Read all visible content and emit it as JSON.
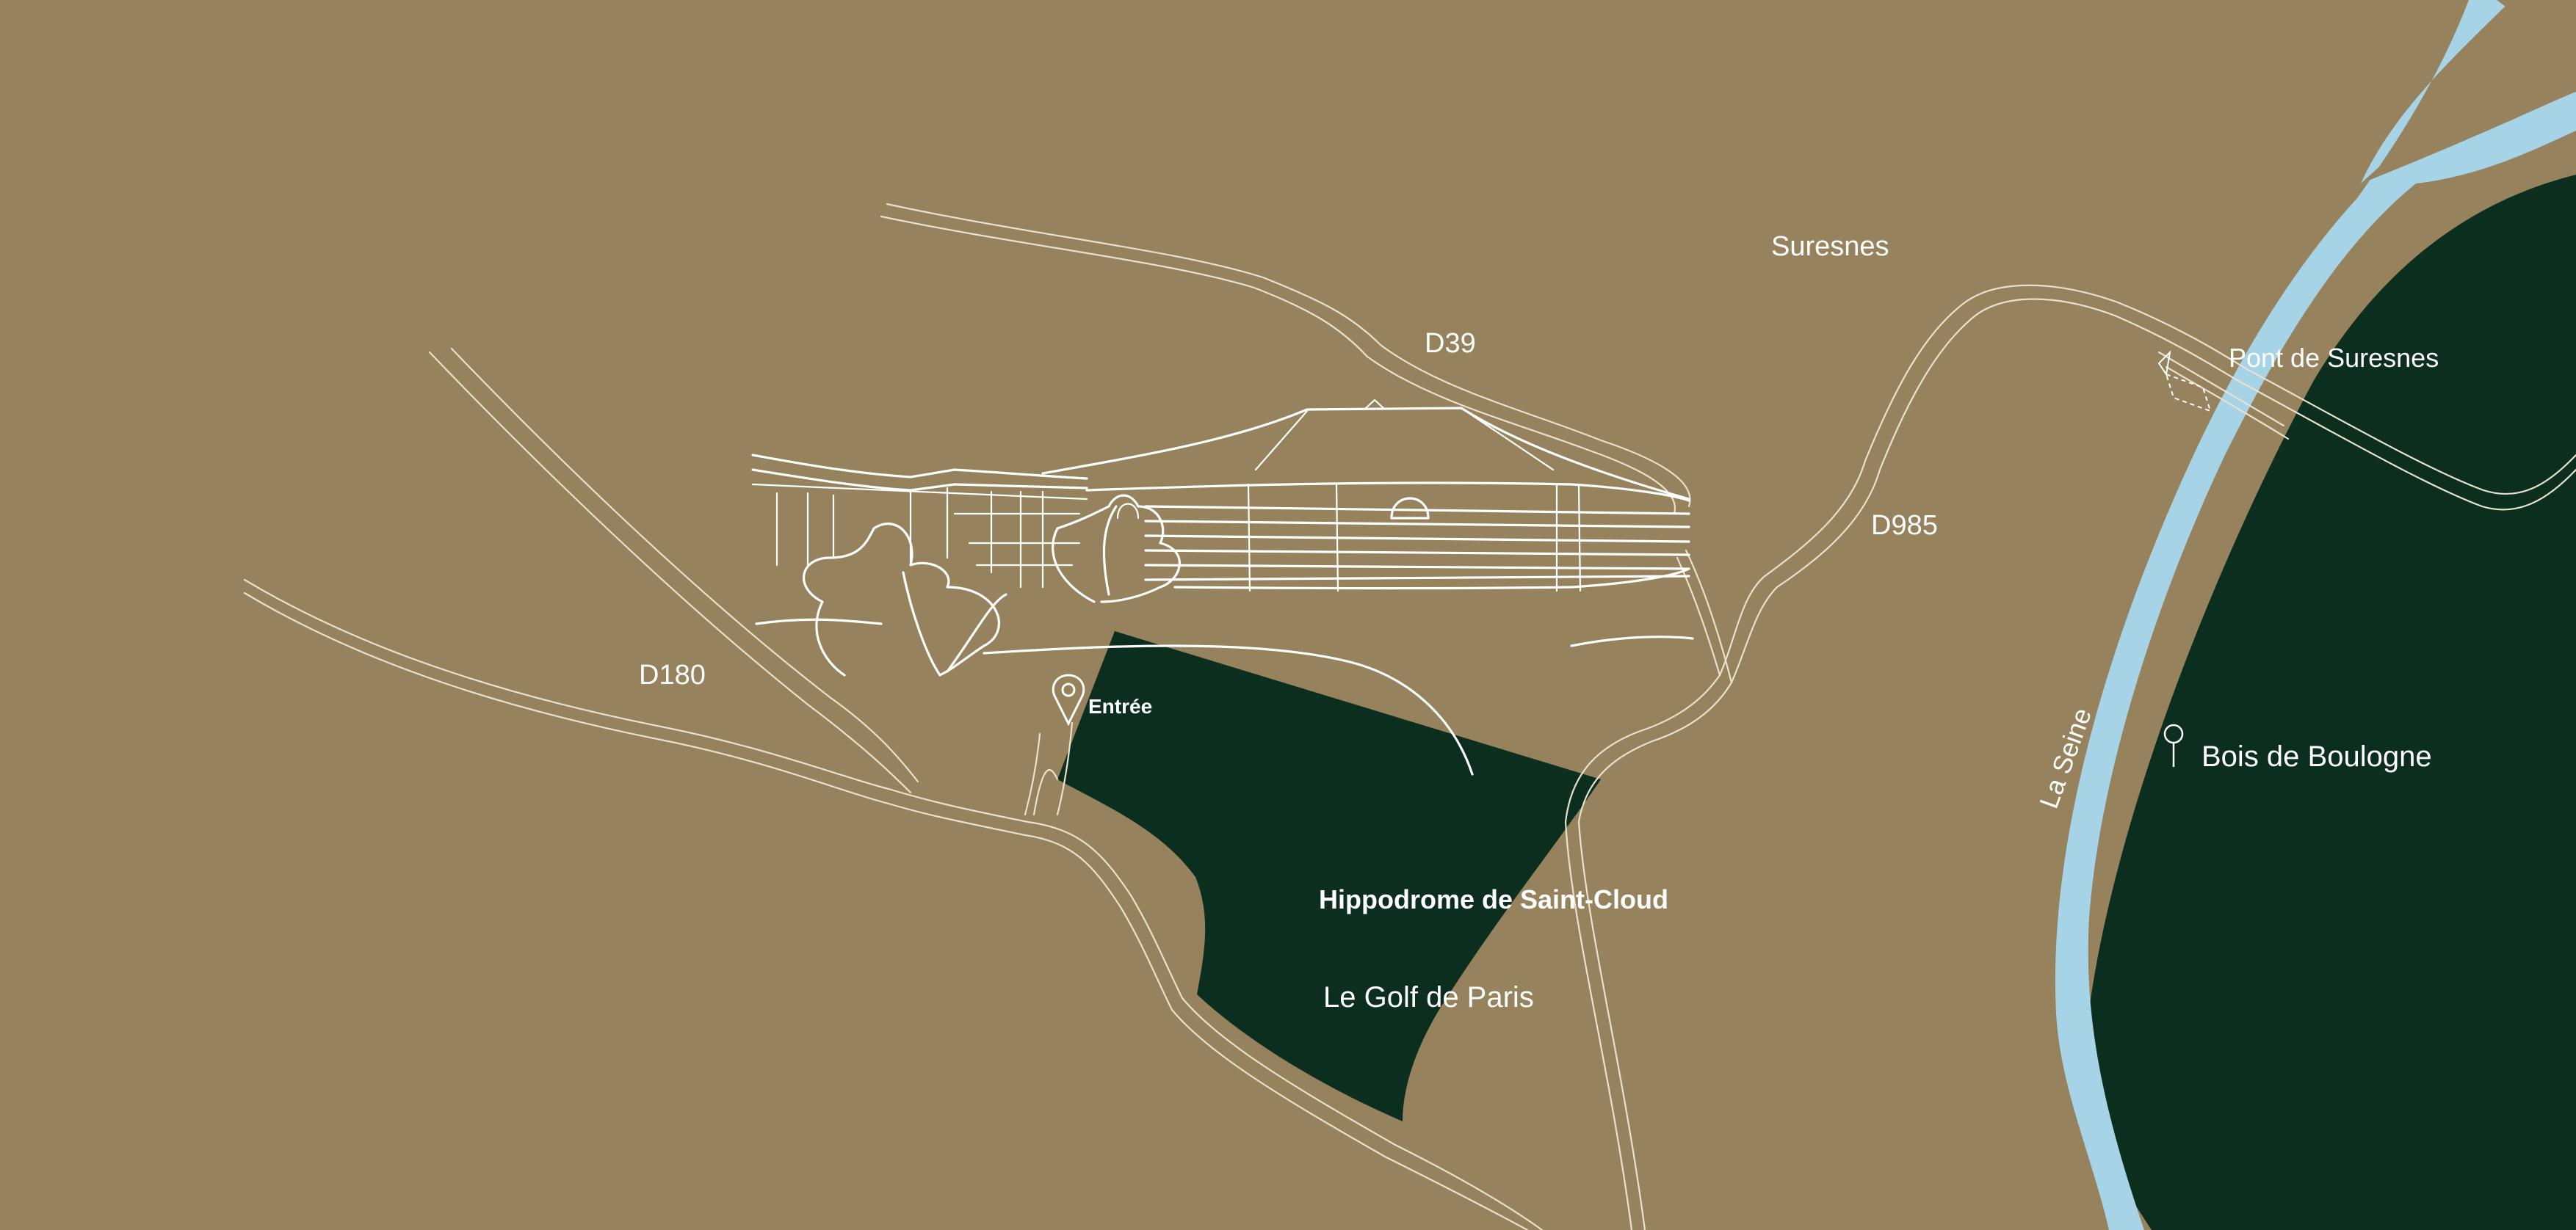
{
  "map": {
    "colors": {
      "land": "#96825c",
      "park": "#0b2e1f",
      "river": "#a6d4e6",
      "roads": "#e8e1cf",
      "labels": "#ffffff"
    },
    "labels": {
      "suresnes": "Suresnes",
      "d39": "D39",
      "pont_de_suresnes": "Pont de Suresnes",
      "d985": "D985",
      "d180": "D180",
      "entree": "Entrée",
      "la_seine": "La Seine",
      "bois_de_boulogne": "Bois de Boulogne",
      "hippodrome": "Hippodrome de Saint-Cloud",
      "golf": "Le Golf de Paris"
    },
    "icons": {
      "entrance_marker": "location-pin-icon",
      "bois_marker": "map-pin-icon",
      "building": "building-sketch-icon"
    }
  }
}
